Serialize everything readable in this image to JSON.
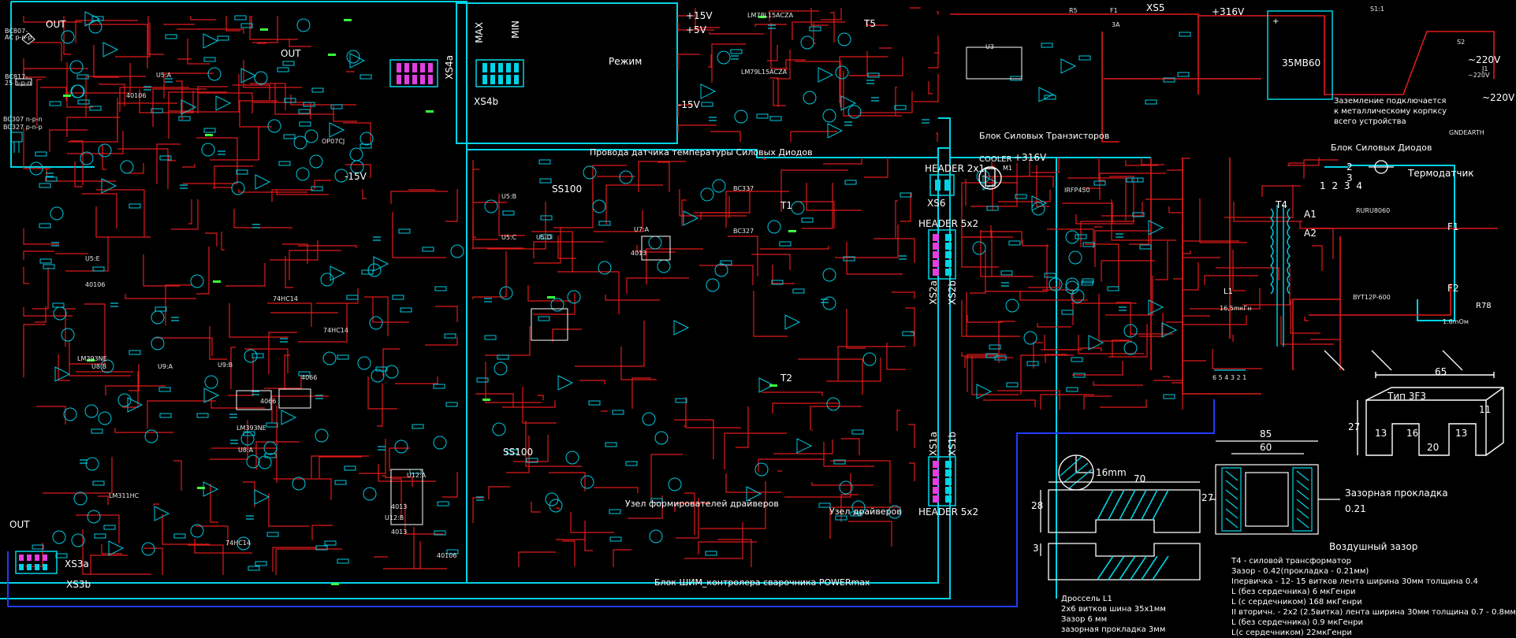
{
  "colors": {
    "background": "#000000",
    "wire": "#e01b1b",
    "bus": "#00d4e6",
    "ground_bus": "#1f3dff",
    "component": "#00c8e0",
    "text": "#ffffff",
    "connector_fill": "#e040e0",
    "supply_flag": "#3cff3c"
  },
  "blocks": {
    "pwm": "Блок ШИМ_контролера сварочника POWERmax",
    "transistors": "Блок Силовых Транзисторов",
    "diodes": "Блок Силовых Диодов",
    "thermo_wires": "Провода датчика температуры Силовых Диодов",
    "driver_formers": "Узел формирователей драйверов",
    "drivers": "Узел драйверов"
  },
  "connectors": {
    "xs4a": "XS4a",
    "xs4b": "XS4b",
    "xs3a": "XS3a",
    "xs3b": "XS3b",
    "xs5": "XS5",
    "xs6": "XS6",
    "xs2a": "XS2a",
    "xs2b": "XS2b",
    "xs1a": "XS1a",
    "xs1b": "XS1b",
    "header2x1": "HEADER 2x1",
    "header5x2_top": "HEADER 5x2",
    "header5x2_bottom": "HEADER 5x2"
  },
  "switch_labels": {
    "max": "MAX",
    "min": "MIN",
    "mode": "Режим"
  },
  "transistor_legend": [
    "BC807-AC p-n-p",
    "BC817-25 n-p-n",
    "BC307 n-p-n",
    "BC327 p-n-p"
  ],
  "supply": {
    "plus15": "+15V",
    "plus5": "+5V",
    "minus15": "-15V",
    "minus15b": "-15V",
    "plus316": "+316V",
    "plus316b": "+316V",
    "ac220a": "~220V",
    "ac220b": "~220V",
    "gnd": "GNDEARTH"
  },
  "labels": {
    "out1": "OUT",
    "out2": "OUT",
    "out3": "OUT",
    "cooler": "COOLER",
    "m1": "M1",
    "thermo": "Термодатчик",
    "bridge": "35MB60",
    "t1": "T1",
    "t2": "T2",
    "t4": "T4",
    "t5": "T5",
    "l1": "L1",
    "l1v": "16,5mкГн",
    "a1": "A1",
    "a2": "A2",
    "f1": "F1",
    "f2": "F2",
    "r78": "R78",
    "r78v": "1.6mOм",
    "ss100a": "SS100",
    "ss100b": "SS100",
    "lm78": "LM78L15ACZA",
    "lm79": "LM79L15ACZA",
    "u5a": "U5:A",
    "u5b": "U5:B",
    "u5c": "U5:C",
    "u5d": "U5:D",
    "u5e": "U5:E",
    "u8a": "U8:A",
    "u8b": "U8:B",
    "u9a": "U9:A",
    "u9b": "U9:B",
    "u11": "LM311HC",
    "lm393a": "LM393NE",
    "lm393b": "LM393NE",
    "u7a": "U7:A",
    "u12a": "U12:A",
    "u12b": "U12:B",
    "ic4013a": "4013",
    "ic4013b": "4013",
    "ic4013c": "4013",
    "ic40106a": "40106",
    "ic40106b": "40106",
    "ic40106c": "40106",
    "ic4066a": "4066",
    "ic4066b": "4066",
    "hc14a": "74HC14",
    "hc14b": "74HC14",
    "hc14c": "74HC14",
    "op07": "OP07CJ",
    "u3": "U3",
    "s1": "S1:1",
    "s2": "S2",
    "j1": "J1",
    "bc337": "BC337",
    "bc327": "BC327",
    "irfp": "IRFP450",
    "ruru": "RURU8060",
    "byt": "BYT12P-600",
    "f1fuse": "F1",
    "fuse_a": "3A",
    "r5": "R5",
    "ac_note": "~220V",
    "dims_65": "65",
    "dims_27": "27",
    "dims_11": "11",
    "dims_13a": "13",
    "dims_13b": "13",
    "dims_16": "16",
    "dims_20": "20",
    "dims_type": "Тип  3F3",
    "dims_85": "85",
    "dims_60": "60",
    "dims_27b": "27",
    "dims_70": "70",
    "dims_28": "28",
    "dims_3": "3",
    "dims_16mm": "16mm",
    "gap_pad": "Зазорная прокладка",
    "gap_pad_v": "0.21",
    "air_gap": "Воздушный  зазор",
    "hdr_pins": "6 5 4 3 2 1",
    "diode_pins": "1 2 3 4",
    "thermo_pins_2": "2",
    "thermo_pins_3": "3"
  },
  "notes": {
    "grounding": [
      "Заземление подключается",
      "к металлическому корпксу",
      "всего устройства"
    ],
    "choke": [
      "Дроссель  L1",
      "2х6 витков  шина 35х1мм",
      "Зазор 6 мм",
      "зазорная прокладка 3мм"
    ],
    "transformer": [
      "T4 - силовой трансформатор",
      "Зазор  - 0.42(прокладка - 0.21мм)",
      "Iпервичка - 12- 15 витков  лента ширина 30мм толщина 0.4",
      "L (без сердечника)  6 мкГенри",
      "L (с сердечником)  168 мкГенри",
      "II вторичн.  - 2х2 (2.5витка)  лента  ширина 30мм толщина 0.7 - 0.8мм",
      "L (без сердечника) 0.9 мкГенри",
      "L(с сердечником) 22мкГенри"
    ]
  }
}
